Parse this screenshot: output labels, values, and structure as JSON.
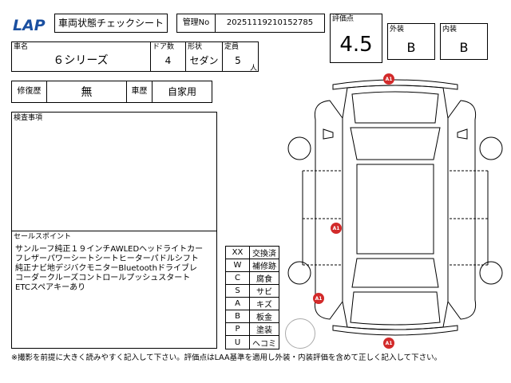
{
  "logo": "LAP",
  "header": {
    "sheet_title": "車両状態チェックシート",
    "mgmt_label": "管理No",
    "mgmt_no": "20251119210152785"
  },
  "vehicle": {
    "name_label": "車名",
    "name": "６シリーズ",
    "doors_label": "ドア数",
    "doors": "4",
    "body_label": "形状",
    "body": "セダン",
    "capacity_label": "定員",
    "capacity": "5",
    "capacity_unit": "人"
  },
  "history": {
    "repair_label": "修復歴",
    "repair": "無",
    "usage_label": "車歴",
    "usage": "自家用"
  },
  "score": {
    "label": "評価点",
    "value": "4.5",
    "exterior_label": "外装",
    "exterior": "B",
    "interior_label": "内装",
    "interior": "B"
  },
  "inspection": {
    "label": "検査事項"
  },
  "sales": {
    "label": "セールスポイント",
    "lines": [
      "サンルーフ純正１９インチAWLEDヘッドライトカー",
      "フレザーパワーシートシートヒーターパドルシフト",
      "純正ナビ地デジバクモニターBluetoothドライブレ",
      "コーダークルーズコントロールプッシュスタート",
      "ETCスペアキーあり"
    ]
  },
  "legend": [
    {
      "code": "XX",
      "meaning": "交換済"
    },
    {
      "code": "W",
      "meaning": "補修跡"
    },
    {
      "code": "C",
      "meaning": "腐食"
    },
    {
      "code": "S",
      "meaning": "サビ"
    },
    {
      "code": "A",
      "meaning": "キズ"
    },
    {
      "code": "B",
      "meaning": "板金"
    },
    {
      "code": "P",
      "meaning": "塗装"
    },
    {
      "code": "U",
      "meaning": "ヘコミ"
    }
  ],
  "damage_markers": [
    {
      "code": "A1",
      "location": "front bumper"
    },
    {
      "code": "A1",
      "location": "left side"
    },
    {
      "code": "A1",
      "location": "left rear corner"
    },
    {
      "code": "A1",
      "location": "rear bumper"
    }
  ],
  "colors": {
    "marker": "#d22a2a",
    "logo": "#1a4fa0"
  },
  "footer": "※撮影を前提に大きく読みやすく記入して下さい。評価点はLAA基準を適用し外装・内装評価を含めて正しく記入して下さい。"
}
